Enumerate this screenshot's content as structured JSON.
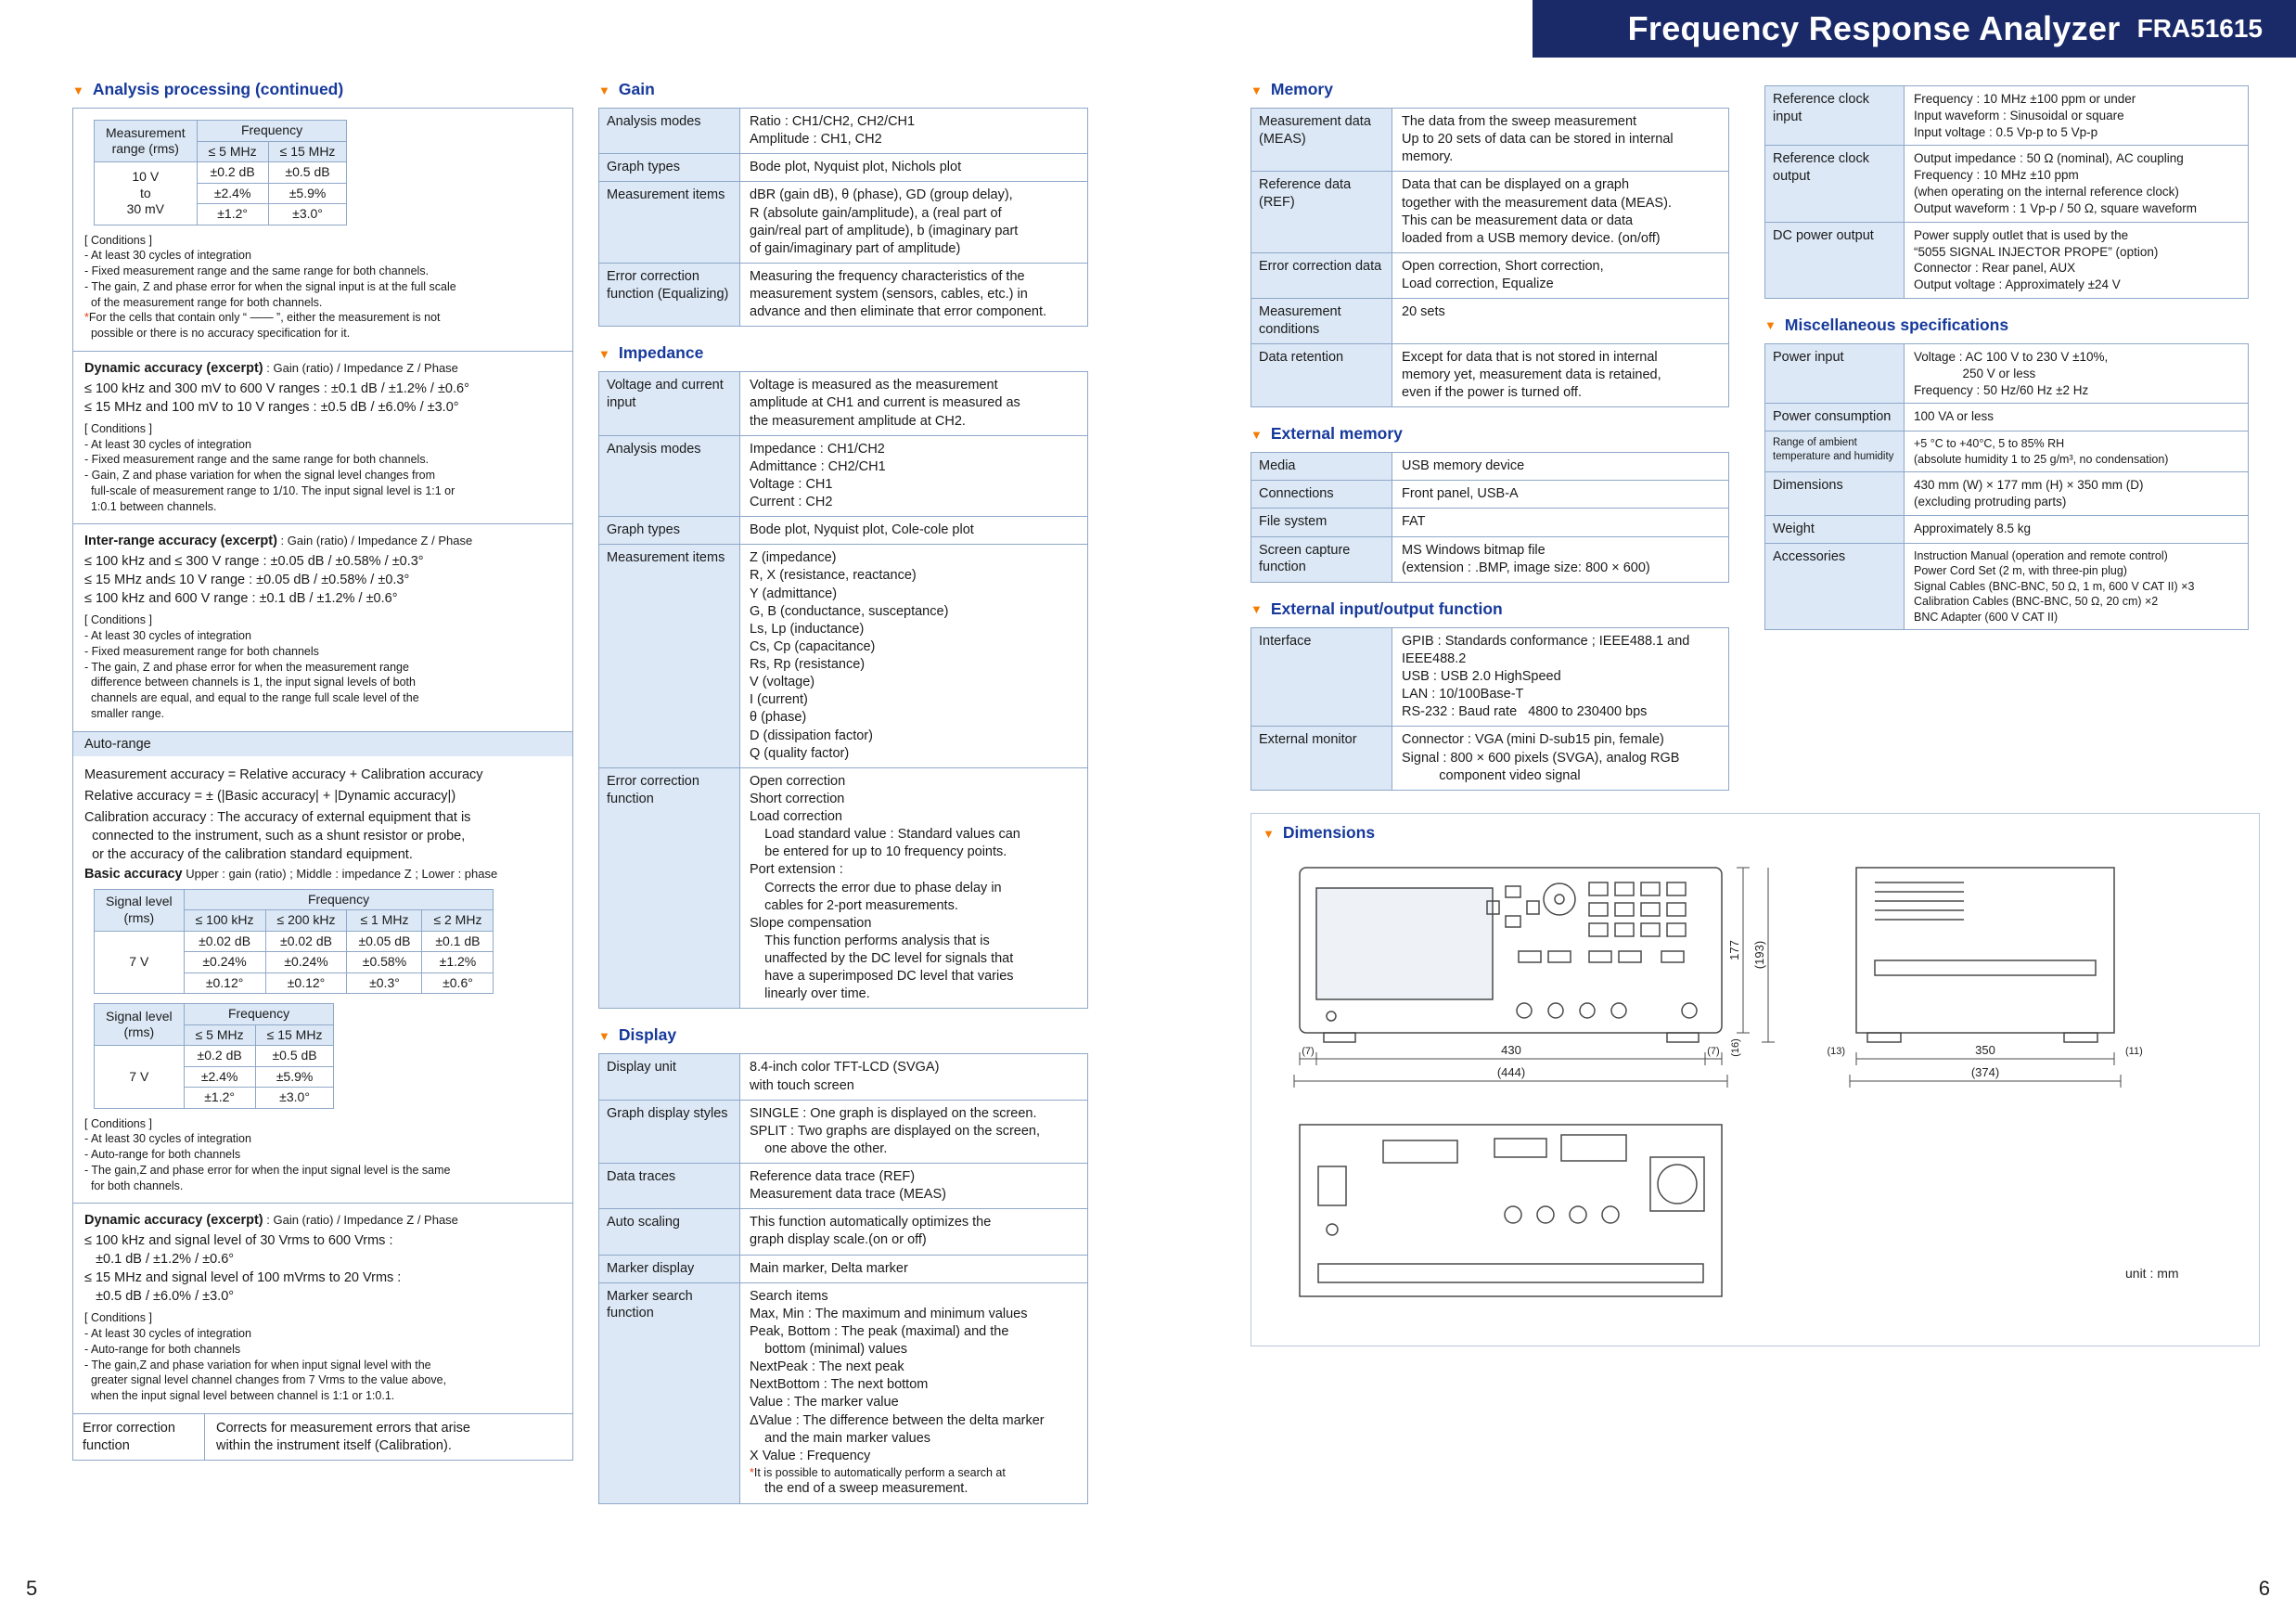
{
  "banner": {
    "title": "Frequency Response Analyzer",
    "model": "FRA51615"
  },
  "page": {
    "left_number": "5",
    "right_number": "6"
  },
  "icons": {
    "triangle": "▼"
  },
  "sections": {
    "col1_title": "Analysis processing (continued)",
    "gain": "Gain",
    "impedance": "Impedance",
    "display": "Display",
    "memory": "Memory",
    "ext_memory": "External memory",
    "ext_io": "External input/output function",
    "dimensions": "Dimensions",
    "misc": "Miscellaneous specifications"
  },
  "col1": {
    "t1": {
      "h_range": "Measurement\nrange (rms)",
      "h_freq": "Frequency",
      "c": [
        "≤ 5 MHz",
        "≤ 15 MHz"
      ],
      "range": "10 V\nto\n30 mV",
      "rows": [
        [
          "±0.2 dB",
          "±0.5 dB"
        ],
        [
          "±2.4%",
          "±5.9%"
        ],
        [
          "±1.2°",
          "±3.0°"
        ]
      ]
    },
    "cond1": [
      "[ Conditions ]",
      "- At least 30 cycles of integration",
      "- Fixed measurement range and the same range for both channels.",
      "- The gain, Z and phase error for when the signal input is at the full scale\n  of the measurement range for both channels.",
      "*For the cells that contain only “ —— ”, either the measurement is not\n  possible or there is no accuracy specification for it."
    ],
    "dyn1": {
      "title_b": "Dynamic accuracy (excerpt)",
      "title_r": " : Gain (ratio) / Impedance Z / Phase",
      "lines": [
        "≤ 100 kHz and 300 mV to 600 V ranges : ±0.1 dB / ±1.2% / ±0.6°",
        "≤ 15 MHz and 100 mV to 10 V ranges : ±0.5 dB / ±6.0% / ±3.0°"
      ],
      "cond": [
        "[ Conditions ]",
        "- At least 30 cycles of integration",
        "- Fixed measurement range and the same range for both channels.",
        "- Gain, Z and phase variation for when the signal level changes from\n  full-scale of measurement range to 1/10. The input signal level is 1:1 or\n  1:0.1 between channels."
      ]
    },
    "inter": {
      "title_b": "Inter-range accuracy (excerpt)",
      "title_r": " : Gain (ratio) / Impedance Z / Phase",
      "lines": [
        "≤ 100 kHz and ≤ 300 V range : ±0.05 dB / ±0.58% / ±0.3°",
        "≤ 15 MHz and≤ 10 V range : ±0.05 dB / ±0.58% / ±0.3°",
        "≤ 100 kHz and 600 V range : ±0.1 dB / ±1.2% / ±0.6°"
      ],
      "cond": [
        "[ Conditions ]",
        "- At least 30 cycles of integration",
        "- Fixed measurement range for both channels",
        "- The gain, Z and phase error for when the measurement range\n  difference between channels is 1, the input signal levels of both\n  channels are equal, and equal to the range full scale level of the\n  smaller range."
      ]
    },
    "autorange": "Auto-range",
    "formulas": [
      "Measurement accuracy = Relative accuracy + Calibration accuracy",
      "Relative accuracy = ± (|Basic accuracy| + |Dynamic accuracy|)",
      "Calibration accuracy : The accuracy of external equipment that is\n  connected to the instrument, such as a shunt resistor or probe,\n  or the accuracy of the calibration standard equipment."
    ],
    "basic_b": "Basic accuracy",
    "basic_r": " Upper : gain (ratio) ; Middle : impedance Z ; Lower : phase",
    "t2": {
      "h_signal": "Signal level\n(rms)",
      "h_freq": "Frequency",
      "c": [
        "≤ 100 kHz",
        "≤ 200 kHz",
        "≤ 1 MHz",
        "≤ 2 MHz"
      ],
      "signal": "7 V",
      "rows": [
        [
          "±0.02 dB",
          "±0.02 dB",
          "±0.05 dB",
          "±0.1 dB"
        ],
        [
          "±0.24%",
          "±0.24%",
          "±0.58%",
          "±1.2%"
        ],
        [
          "±0.12°",
          "±0.12°",
          "±0.3°",
          "±0.6°"
        ]
      ]
    },
    "t3": {
      "h_signal": "Signal level\n(rms)",
      "h_freq": "Frequency",
      "c": [
        "≤ 5 MHz",
        "≤ 15 MHz"
      ],
      "signal": "7 V",
      "rows": [
        [
          "±0.2 dB",
          "±0.5 dB"
        ],
        [
          "±2.4%",
          "±5.9%"
        ],
        [
          "±1.2°",
          "±3.0°"
        ]
      ]
    },
    "cond3": [
      "[ Conditions ]",
      "- At least 30 cycles of integration",
      "- Auto-range for both channels",
      "- The gain,Z and phase error for when the input signal level is the same\n  for both channels."
    ],
    "dyn2": {
      "title_b": "Dynamic accuracy (excerpt)",
      "title_r": " : Gain (ratio) / Impedance Z / Phase",
      "lines": [
        "≤ 100 kHz and signal level of 30 Vrms to 600 Vrms :",
        "   ±0.1 dB / ±1.2% / ±0.6°",
        "≤ 15 MHz and signal level of 100 mVrms to 20 Vrms :",
        "   ±0.5 dB / ±6.0% / ±3.0°"
      ],
      "cond": [
        "[ Conditions ]",
        "- At least 30 cycles of integration",
        "- Auto-range for both channels",
        "- The gain,Z and phase variation for when input signal level with the\n  greater signal level channel changes from 7 Vrms to the value above,\n  when the input signal level between channel is 1:1 or 1:0.1."
      ]
    },
    "ecf": {
      "label": "Error correction\nfunction",
      "text": "Corrects for measurement errors that arise\nwithin the instrument itself (Calibration)."
    }
  },
  "col2": {
    "gain_rows": [
      {
        "label": "Analysis modes",
        "lines": [
          "Ratio : CH1/CH2, CH2/CH1",
          "Amplitude : CH1, CH2"
        ]
      },
      {
        "label": "Graph types",
        "lines": [
          "Bode plot, Nyquist plot, Nichols plot"
        ]
      },
      {
        "label": "Measurement items",
        "lines": [
          "dBR (gain dB), θ (phase), GD (group delay),",
          "R (absolute gain/amplitude), a (real part of",
          "gain/real part of amplitude), b (imaginary part",
          "of gain/imaginary part of amplitude)"
        ]
      },
      {
        "label": "Error correction function (Equalizing)",
        "lines": [
          "Measuring the frequency characteristics of the",
          "measurement system (sensors, cables, etc.) in",
          "advance and then eliminate that error component."
        ]
      }
    ],
    "impedance_rows": [
      {
        "label": "Voltage and current input",
        "lines": [
          "Voltage is measured as the measurement",
          "amplitude at CH1 and current is measured as",
          "the measurement amplitude at CH2."
        ]
      },
      {
        "label": "Analysis modes",
        "lines": [
          "Impedance : CH1/CH2",
          "Admittance : CH2/CH1",
          "Voltage : CH1",
          "Current : CH2"
        ]
      },
      {
        "label": "Graph types",
        "lines": [
          "Bode plot, Nyquist plot, Cole-cole plot"
        ]
      },
      {
        "label": "Measurement items",
        "lines": [
          "Z (impedance)",
          "R, X (resistance, reactance)",
          "Y (admittance)",
          "G, B (conductance, susceptance)",
          "Ls, Lp (inductance)",
          "Cs, Cp (capacitance)",
          "Rs, Rp (resistance)",
          "V (voltage)",
          "I (current)",
          "θ (phase)",
          "D (dissipation factor)",
          "Q (quality factor)"
        ]
      },
      {
        "label": "Error correction function",
        "lines": [
          "Open correction",
          "Short correction",
          "Load correction",
          "    Load standard value : Standard values can",
          "    be entered for up to 10 frequency points.",
          "Port extension :",
          "    Corrects the error due to phase delay in",
          "    cables for 2-port measurements.",
          "Slope compensation",
          "    This function performs analysis that is",
          "    unaffected by the DC level for signals that",
          "    have a superimposed DC level that varies",
          "    linearly over time."
        ]
      }
    ],
    "display_rows": [
      {
        "label": "Display unit",
        "lines": [
          "8.4-inch color TFT-LCD (SVGA)",
          "with touch screen"
        ]
      },
      {
        "label": "Graph display styles",
        "lines": [
          "SINGLE : One graph is displayed on the screen.",
          "SPLIT : Two graphs are displayed on the screen,",
          "    one above the other."
        ]
      },
      {
        "label": "Data traces",
        "lines": [
          "Reference data trace (REF)",
          "Measurement data trace (MEAS)"
        ]
      },
      {
        "label": "Auto scaling",
        "lines": [
          "This function automatically optimizes the",
          "graph display scale.(on or off)"
        ]
      },
      {
        "label": "Marker display",
        "lines": [
          "Main marker, Delta marker"
        ]
      },
      {
        "label": "Marker search function",
        "lines": [
          "Search items",
          "Max, Min : The maximum and minimum values",
          "Peak, Bottom : The peak (maximal) and the",
          "    bottom (minimal) values",
          "NextPeak : The next peak",
          "NextBottom : The next bottom",
          "Value : The marker value",
          "ΔValue : The difference between the delta marker",
          "    and the main marker values",
          "X Value : Frequency",
          "*It is possible to automatically perform a search at",
          "    the end of a sweep measurement."
        ]
      }
    ]
  },
  "col3": {
    "memory_rows": [
      {
        "label": "Measurement data (MEAS)",
        "lines": [
          "The data from the sweep measurement",
          "Up to 20 sets of data can be stored in internal",
          "memory."
        ]
      },
      {
        "label": "Reference data (REF)",
        "lines": [
          "Data that can be displayed on a graph",
          "together with the measurement data (MEAS).",
          "This can be measurement data or data",
          "loaded from a USB memory device. (on/off)"
        ]
      },
      {
        "label": "Error correction data",
        "lines": [
          "Open correction, Short correction,",
          "Load correction, Equalize"
        ]
      },
      {
        "label": "Measurement conditions",
        "lines": [
          "20 sets"
        ]
      },
      {
        "label": "Data retention",
        "lines": [
          "Except for data that is not stored in internal",
          "memory yet, measurement data is retained,",
          "even if the power is turned off."
        ]
      }
    ],
    "ext_memory_rows": [
      {
        "label": "Media",
        "lines": [
          "USB memory device"
        ]
      },
      {
        "label": "Connections",
        "lines": [
          "Front panel, USB-A"
        ]
      },
      {
        "label": "File system",
        "lines": [
          "FAT"
        ]
      },
      {
        "label": "Screen capture function",
        "lines": [
          "MS Windows bitmap file",
          "(extension : .BMP, image size: 800 × 600)"
        ]
      }
    ],
    "ext_io_rows": [
      {
        "label": "Interface",
        "lines": [
          "GPIB : Standards conformance ; IEEE488.1 and",
          "IEEE488.2",
          "USB : USB 2.0 HighSpeed",
          "LAN : 10/100Base-T",
          "RS-232 : Baud rate   4800 to 230400 bps"
        ]
      },
      {
        "label": "External monitor",
        "lines": [
          "Connector : VGA (mini D-sub15 pin, female)",
          "Signal : 800 × 600 pixels (SVGA), analog RGB",
          "          component video signal"
        ]
      }
    ]
  },
  "col4": {
    "clock_rows": [
      {
        "label": "Reference clock input",
        "lines": [
          "Frequency : 10 MHz ±100 ppm or under",
          "Input waveform : Sinusoidal or square",
          "Input voltage : 0.5 Vp-p to 5 Vp-p"
        ]
      },
      {
        "label": "Reference clock output",
        "lines": [
          "Output impedance : 50 Ω (nominal), AC coupling",
          "Frequency : 10 MHz ±10 ppm",
          "(when operating on the internal reference clock)",
          "Output waveform : 1 Vp-p / 50 Ω, square waveform"
        ]
      },
      {
        "label": "DC power output",
        "lines": [
          "Power supply outlet that is used by the",
          "“5055 SIGNAL INJECTOR PROPE” (option)",
          "Connector : Rear panel, AUX",
          "Output voltage : Approximately ±24 V"
        ]
      }
    ],
    "misc_rows": [
      {
        "label": "Power input",
        "lines": [
          "Voltage : AC 100 V to 230 V ±10%,",
          "              250 V or less",
          "Frequency : 50 Hz/60 Hz ±2 Hz"
        ]
      },
      {
        "label": "Power consumption",
        "lines": [
          "100 VA or less"
        ]
      },
      {
        "label": "Range of ambient temperature and humidity",
        "small_label": true,
        "small_lines": true,
        "lines": [
          "+5 °C to +40°C, 5 to 85% RH",
          "(absolute humidity 1 to 25 g/m³, no condensation)"
        ]
      },
      {
        "label": "Dimensions",
        "lines": [
          "430 mm (W) × 177 mm (H) × 350 mm (D)",
          "(excluding protruding parts)"
        ]
      },
      {
        "label": "Weight",
        "lines": [
          "Approximately 8.5 kg"
        ]
      },
      {
        "label": "Accessories",
        "small_lines": true,
        "lines": [
          "Instruction Manual (operation and remote control)",
          "Power Cord Set (2 m, with three-pin plug)",
          "Signal Cables (BNC-BNC, 50 Ω, 1 m, 600 V CAT II) ×3",
          "Calibration Cables (BNC-BNC, 50 Ω, 20 cm) ×2",
          "BNC Adapter (600 V CAT II)"
        ]
      }
    ]
  },
  "dims": {
    "d7l": "(7)",
    "d430": "430",
    "d7r": "(7)",
    "d444": "(444)",
    "d177": "177",
    "d193": "(193)",
    "d16": "(16)",
    "d13": "(13)",
    "d350": "350",
    "d11": "(11)",
    "d374": "(374)",
    "unit": "unit : mm"
  }
}
